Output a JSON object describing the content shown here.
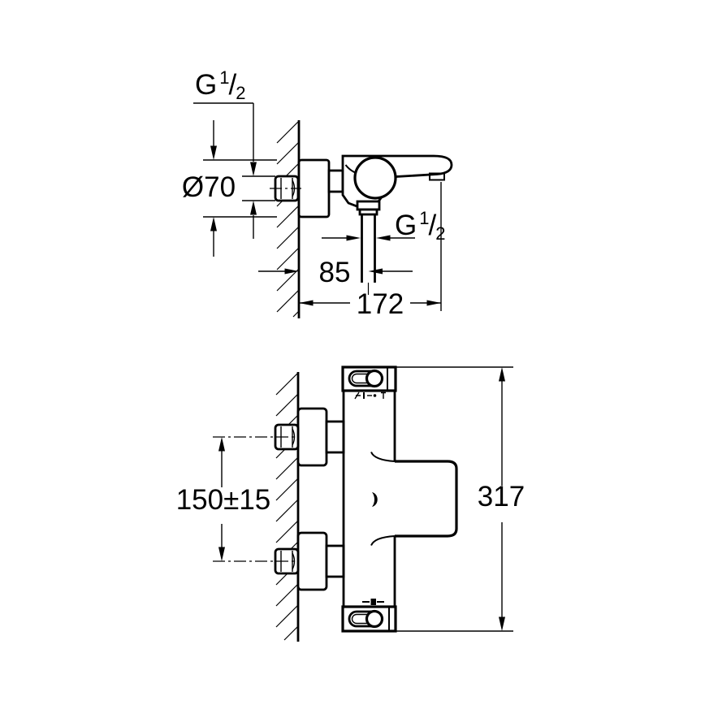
{
  "colors": {
    "line": "#000000",
    "background": "#ffffff"
  },
  "side_view": {
    "thread_label_wall": {
      "prefix": "G",
      "numerator": "1",
      "slash": "/",
      "denominator": "2"
    },
    "flange_diameter": "Ø70",
    "thread_label_outlet": {
      "prefix": "G",
      "numerator": "1",
      "slash": "/",
      "denominator": "2"
    },
    "wall_to_outlet": "85",
    "wall_to_spout_end": "172"
  },
  "front_view": {
    "inlet_spacing": "150±15",
    "overall_height": "317"
  },
  "icons": {
    "top_cap": "temperature-scale-marks",
    "bottom_cap": "flow-scale-mark"
  }
}
